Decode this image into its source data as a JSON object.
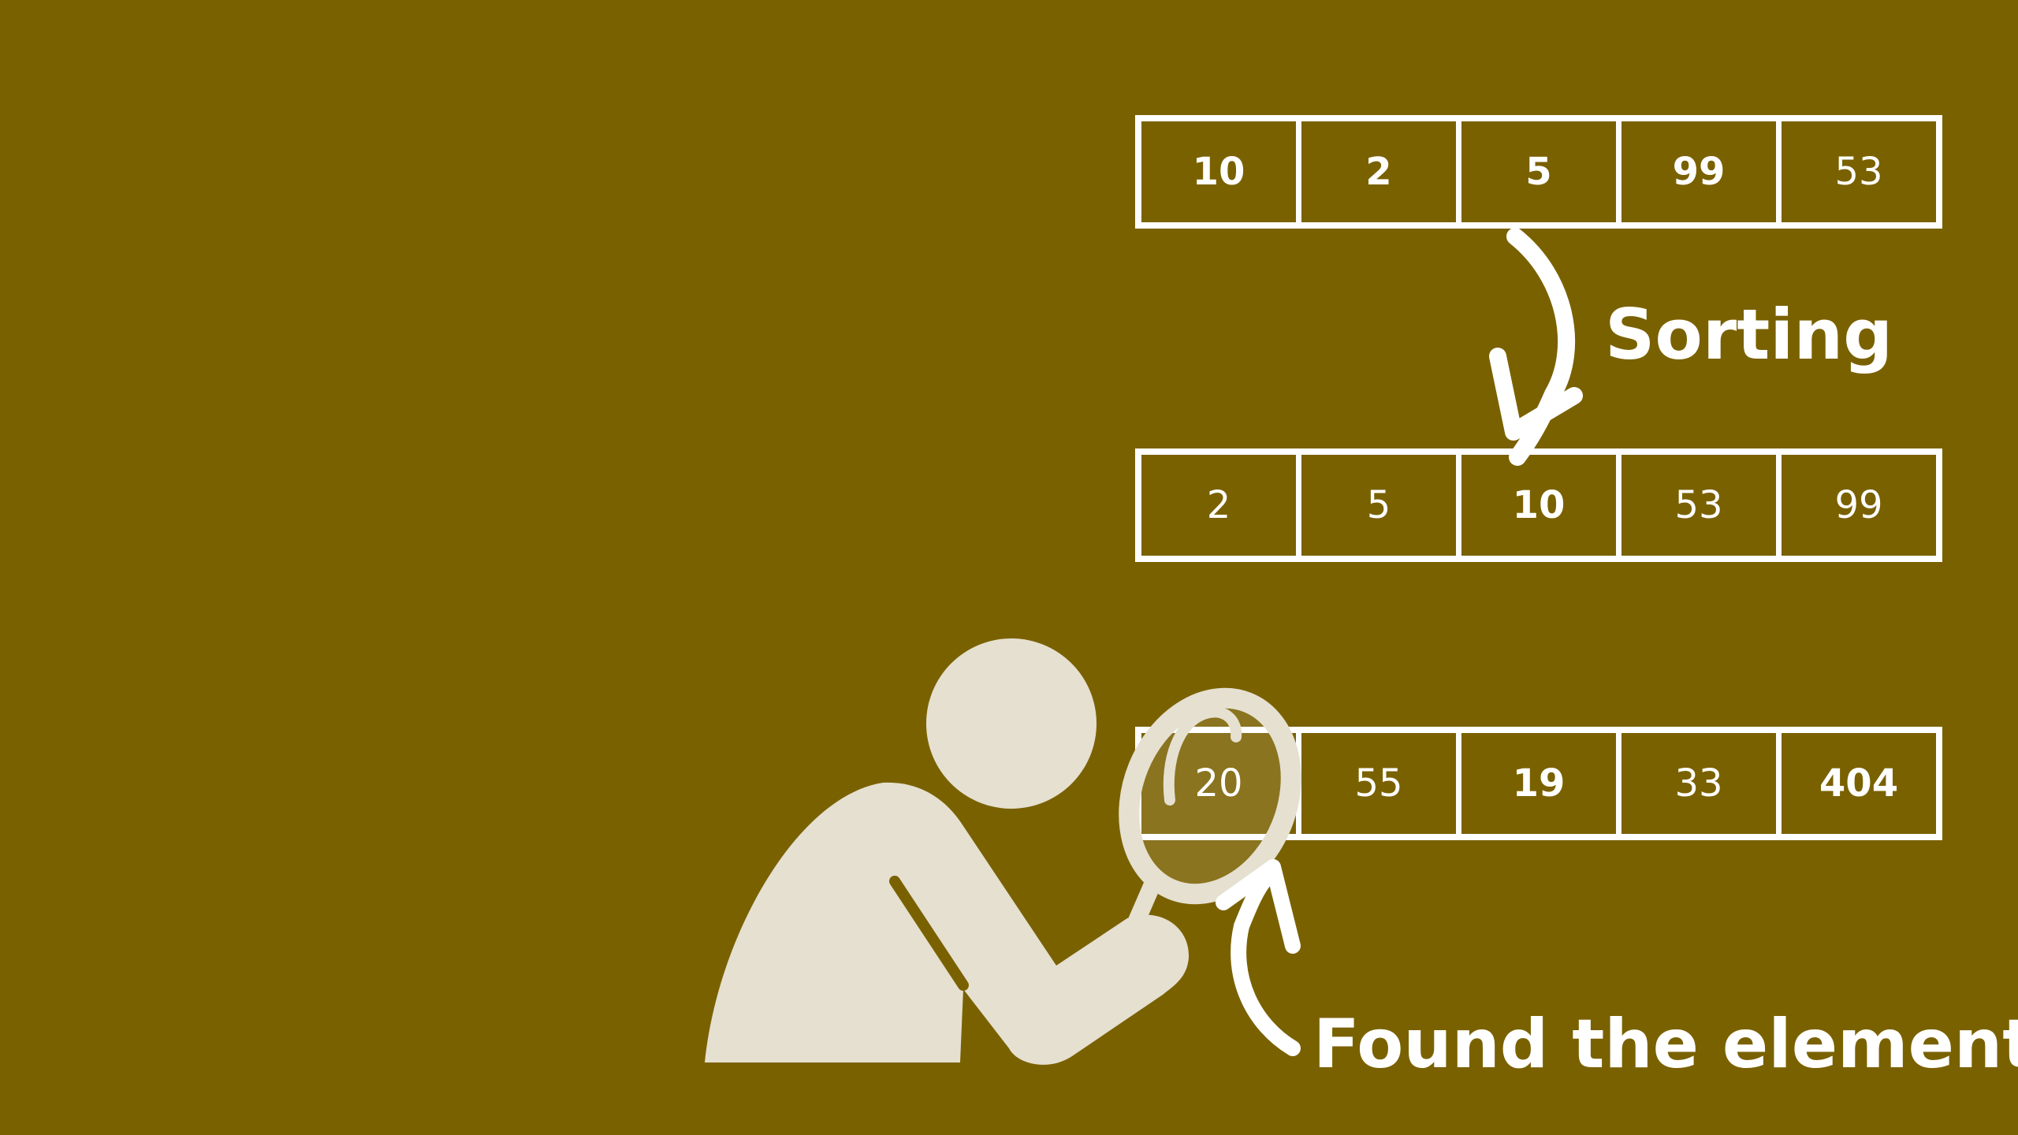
{
  "colors": {
    "background": "#7a6100",
    "foreground": "#ffffff",
    "figure": "#e5e0d0"
  },
  "icons": {
    "sort_arrow": "curved-arrow-down-icon",
    "found_arrow": "curved-arrow-up-icon",
    "person": "person-with-magnifier-icon"
  },
  "arrays": {
    "unsorted": {
      "cells": [
        {
          "value": "10",
          "bold": true
        },
        {
          "value": "2",
          "bold": true
        },
        {
          "value": "5",
          "bold": true
        },
        {
          "value": "99",
          "bold": true
        },
        {
          "value": "53",
          "bold": false
        }
      ]
    },
    "sorted": {
      "cells": [
        {
          "value": "2",
          "bold": false
        },
        {
          "value": "5",
          "bold": false
        },
        {
          "value": "10",
          "bold": true
        },
        {
          "value": "53",
          "bold": false
        },
        {
          "value": "99",
          "bold": false
        }
      ]
    },
    "search": {
      "cells": [
        {
          "value": "20",
          "bold": false
        },
        {
          "value": "55",
          "bold": false
        },
        {
          "value": "19",
          "bold": true
        },
        {
          "value": "33",
          "bold": false
        },
        {
          "value": "404",
          "bold": true
        }
      ]
    }
  },
  "labels": {
    "sorting": "Sorting",
    "found": "Found the element"
  }
}
